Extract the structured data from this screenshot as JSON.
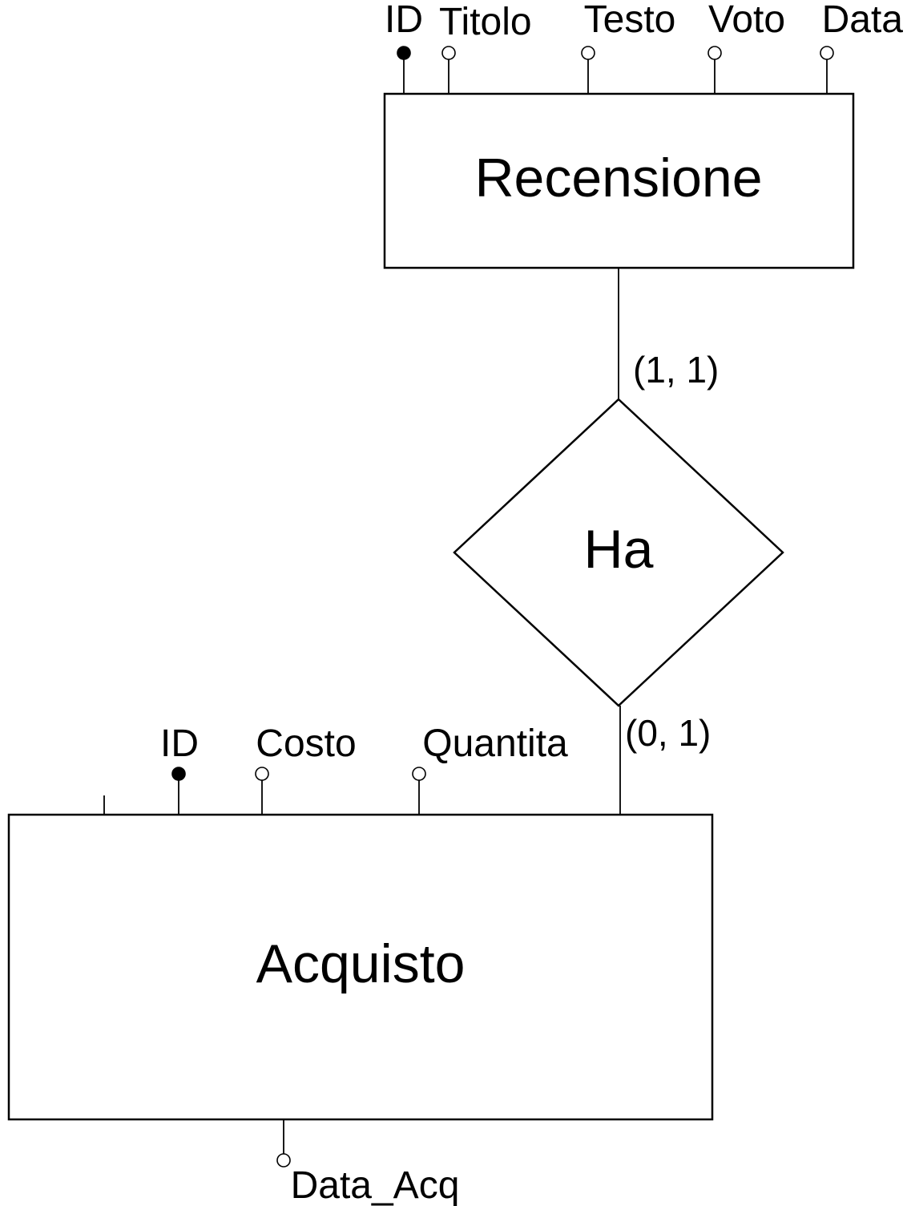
{
  "entities": {
    "recensione": {
      "name": "Recensione"
    },
    "acquisto": {
      "name": "Acquisto"
    }
  },
  "relationship": {
    "name": "Ha",
    "card_recensione": "(1, 1)",
    "card_acquisto": "(0, 1)"
  },
  "attributes": {
    "recensione": [
      {
        "name": "ID",
        "key": true
      },
      {
        "name": "Titolo",
        "key": false
      },
      {
        "name": "Testo",
        "key": false
      },
      {
        "name": "Voto",
        "key": false
      },
      {
        "name": "Data",
        "key": false
      }
    ],
    "acquisto": [
      {
        "name": "ID",
        "key": true
      },
      {
        "name": "Costo",
        "key": false
      },
      {
        "name": "Quantita",
        "key": false
      },
      {
        "name": "Data_Acq",
        "key": false
      }
    ]
  }
}
